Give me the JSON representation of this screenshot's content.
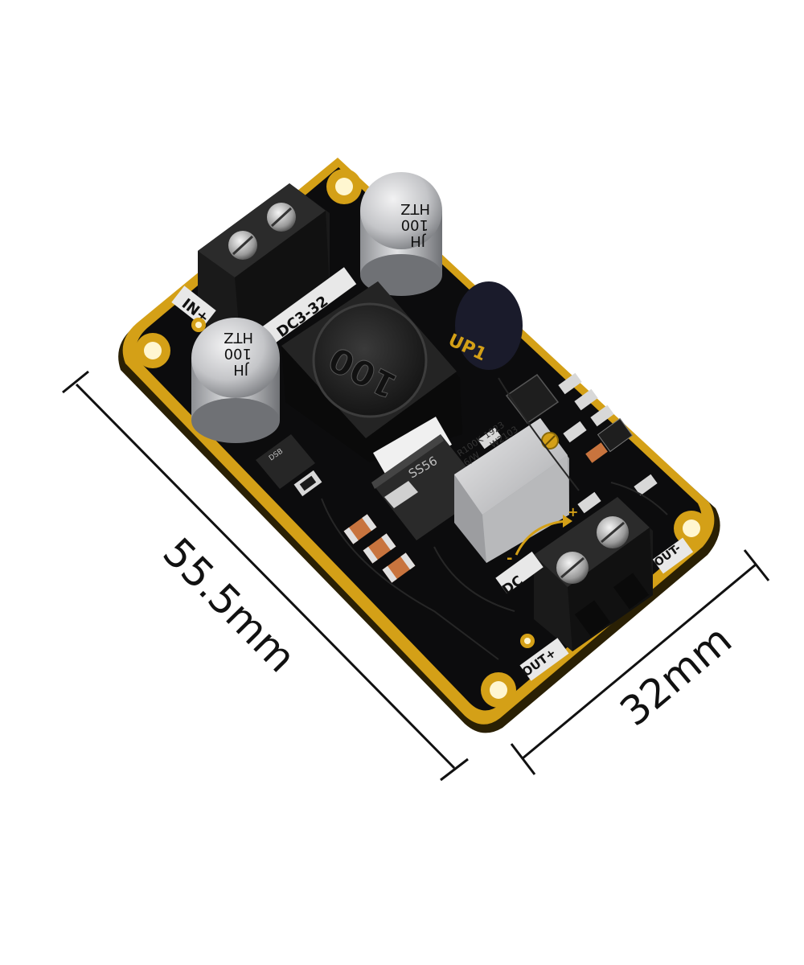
{
  "dimensions": {
    "length_label": "55.5mm",
    "width_label": "32mm"
  },
  "board": {
    "label_up1": "UP1",
    "label_in_plus": "IN+",
    "label_dc_in": "DC3-32",
    "label_out_minus": "OUT-",
    "label_out_plus": "OUT+",
    "label_dc_out": "DC",
    "label_pot_minus": "-",
    "label_pot_plus": "+"
  },
  "components": {
    "capacitor_line1": "JH",
    "capacitor_line2": "100",
    "capacitor_line3": "HTZ",
    "inductor_marking": "100",
    "diode_marking": "SS56",
    "small_diode_marking": "DSB",
    "potentiometer_line1": "1923",
    "potentiometer_line2": "W2103",
    "potentiometer_line3": "R100K",
    "potentiometer_line4": "6/W"
  },
  "colors": {
    "pcb": "#0c0c0d",
    "gold": "#d4a017",
    "terminal": "#1a1a1a",
    "capacitor": "#c9cacc",
    "background": "#ffffff"
  }
}
